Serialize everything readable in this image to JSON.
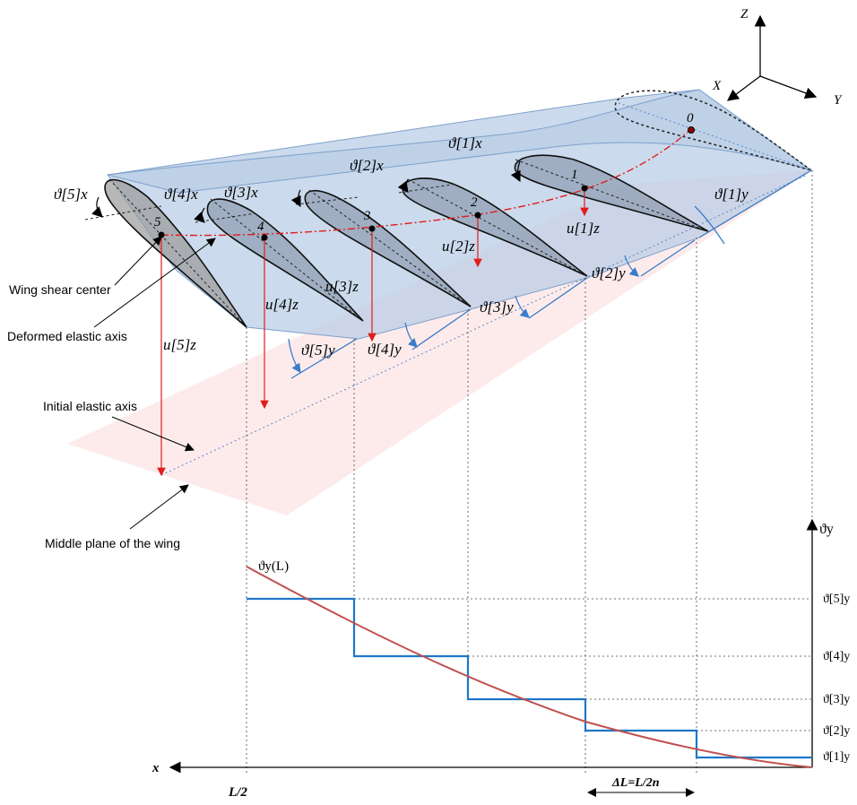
{
  "axes3d": {
    "z": "Z",
    "x": "X",
    "y": "Y"
  },
  "labels": {
    "shear_center": "Wing shear center",
    "deformed_axis": "Deformed elastic axis",
    "initial_axis": "Initial elastic axis",
    "middle_plane": "Middle plane of the wing"
  },
  "nodes": [
    "0",
    "1",
    "2",
    "3",
    "4",
    "5"
  ],
  "twist_x": [
    "ϑ[1]x",
    "ϑ[2]x",
    "ϑ[3]x",
    "ϑ[4]x",
    "ϑ[5]x"
  ],
  "twist_y": [
    "ϑ[1]y",
    "ϑ[2]y",
    "ϑ[3]y",
    "ϑ[4]y",
    "ϑ[5]y"
  ],
  "disp_z": [
    "u[1]z",
    "u[2]z",
    "u[3]z",
    "u[4]z",
    "u[5]z"
  ],
  "plot": {
    "y_axis_label": "ϑy",
    "x_axis_label": "x",
    "curve_label": "ϑy(L)",
    "x_end_label": "L/2",
    "delta_label": "ΔL=L/2n",
    "level_labels": [
      "ϑ[5]y",
      "ϑ[4]y",
      "ϑ[3]y",
      "ϑ[2]y",
      "ϑ[1]y"
    ]
  },
  "colors": {
    "step": "#1f77c9",
    "curve": "#c0504d",
    "deformed": "#e01c1c",
    "wing": "#b9cde6"
  }
}
